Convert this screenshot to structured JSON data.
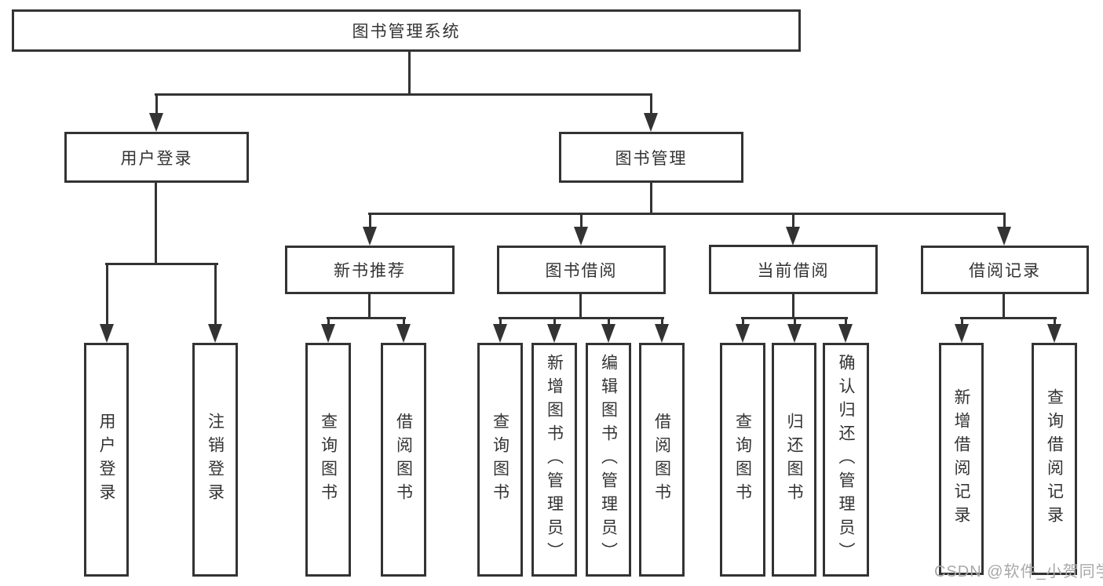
{
  "colors": {
    "line": "#333333",
    "text": "#333333",
    "background": "#ffffff",
    "watermark": "#a8a8a8"
  },
  "watermark": {
    "text": "CSDN @软件_小贺同学"
  },
  "tree": {
    "root": {
      "label": "图书管理系统",
      "children": [
        {
          "label": "用户登录",
          "children": [
            {
              "label": "用户登录"
            },
            {
              "label": "注销登录"
            }
          ]
        },
        {
          "label": "图书管理",
          "children": [
            {
              "label": "新书推荐",
              "children": [
                {
                  "label": "查询图书"
                },
                {
                  "label": "借阅图书"
                }
              ]
            },
            {
              "label": "图书借阅",
              "children": [
                {
                  "label": "查询图书"
                },
                {
                  "label": "新增图书（管理员）"
                },
                {
                  "label": "编辑图书（管理员）"
                },
                {
                  "label": "借阅图书"
                }
              ]
            },
            {
              "label": "当前借阅",
              "children": [
                {
                  "label": "查询图书"
                },
                {
                  "label": "归还图书"
                },
                {
                  "label": "确认归还（管理员）"
                }
              ]
            },
            {
              "label": "借阅记录",
              "children": [
                {
                  "label": "新增借阅记录"
                },
                {
                  "label": "查询借阅记录"
                }
              ]
            }
          ]
        }
      ]
    }
  }
}
